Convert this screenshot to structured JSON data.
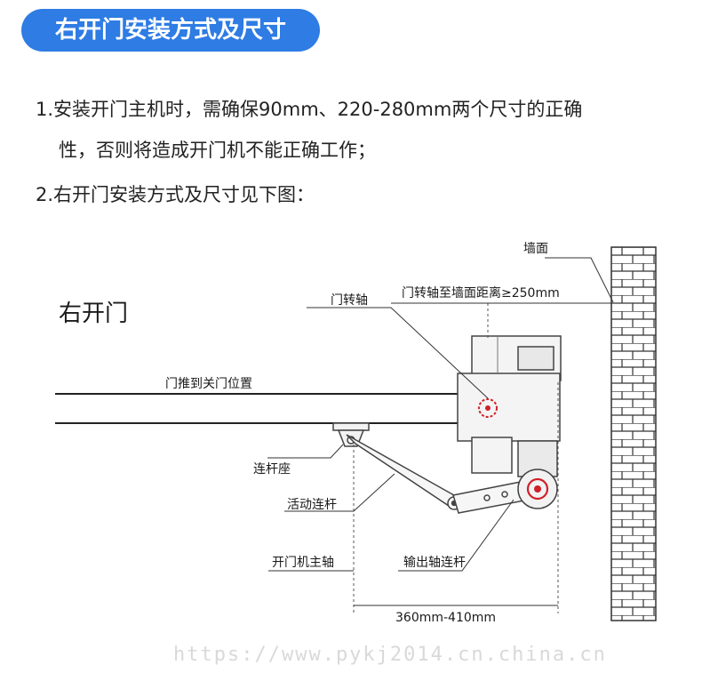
{
  "header": {
    "title": "右开门安装方式及尺寸"
  },
  "instructions": {
    "line1a": "1.安装开门主机时，需确保90mm、220-280mm两个尺寸的正确",
    "line1b": "性，否则将造成开门机不能正确工作；",
    "line2": "2.右开门安装方式及尺寸见下图："
  },
  "diagram": {
    "door_type": "右开门",
    "labels": {
      "wall": "墙面",
      "pivot_to_wall": "门转轴至墙面距离≥250mm",
      "door_pivot": "门转轴",
      "closed_position": "门推到关门位置",
      "link_seat": "连杆座",
      "movable_link": "活动连杆",
      "main_shaft": "开门机主轴",
      "output_link": "输出轴连杆"
    },
    "dimension": "360mm-410mm"
  },
  "watermark": "https://www.pykj2014.cn.china.cn",
  "colors": {
    "accent": "#2e7ce4",
    "marker": "#d0202a"
  }
}
